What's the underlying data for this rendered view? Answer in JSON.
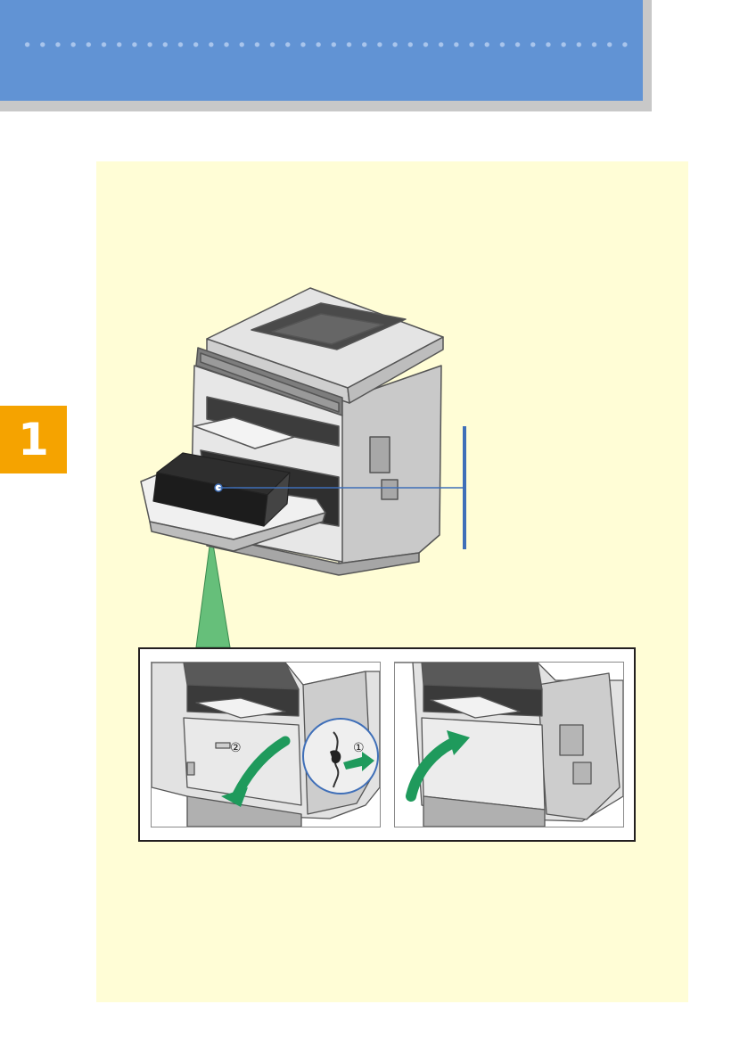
{
  "header": {
    "band_color": "#6193d4",
    "shadow_color": "#c8c8c8"
  },
  "chapter": {
    "number": "1",
    "color": "#f5a300"
  },
  "panel": {
    "background_color": "#fffdd6"
  },
  "illustration": {
    "printer": "multifunction-printer-front-cover-open",
    "toner": "print-cartridge",
    "callout_color": "#3f6fb8",
    "zoom_color": "#66bf7a"
  },
  "detail": {
    "left": {
      "step_1": "①",
      "step_2": "②",
      "action": "press-release-and-open-front-cover"
    },
    "right": {
      "action": "close-front-cover"
    },
    "arrow_color": "#1f9a5c"
  }
}
